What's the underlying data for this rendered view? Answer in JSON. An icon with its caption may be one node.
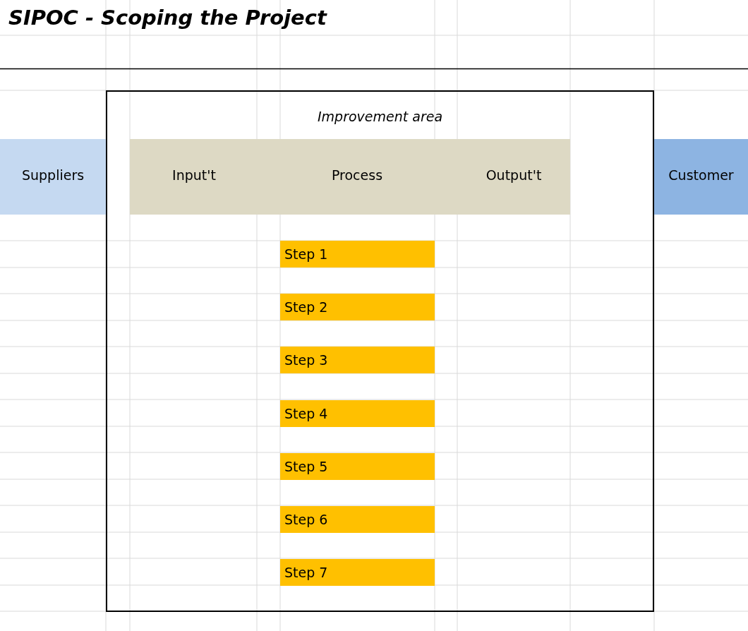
{
  "diagram": {
    "title": "SIPOC - Scoping the Project",
    "nodes": [
      {
        "text": [
          "Improvement area"
        ]
      },
      {
        "text": [
          "Suppliers"
        ]
      },
      {
        "text": [
          "Input't",
          "Process",
          "Output't"
        ],
        "in": 0
      },
      {
        "text": [
          "Customer"
        ]
      },
      {
        "text": [
          "Step 1"
        ],
        "in": 0
      },
      {
        "text": [
          "Step 2"
        ],
        "in": 0
      },
      {
        "text": [
          "Step 3"
        ],
        "in": 0
      },
      {
        "text": [
          "Step 4"
        ],
        "in": 0
      },
      {
        "text": [
          "Step 5"
        ],
        "in": 0
      },
      {
        "text": [
          "Step 6"
        ],
        "in": 0
      },
      {
        "text": [
          "Step 7"
        ],
        "in": 0
      }
    ],
    "edges": []
  }
}
